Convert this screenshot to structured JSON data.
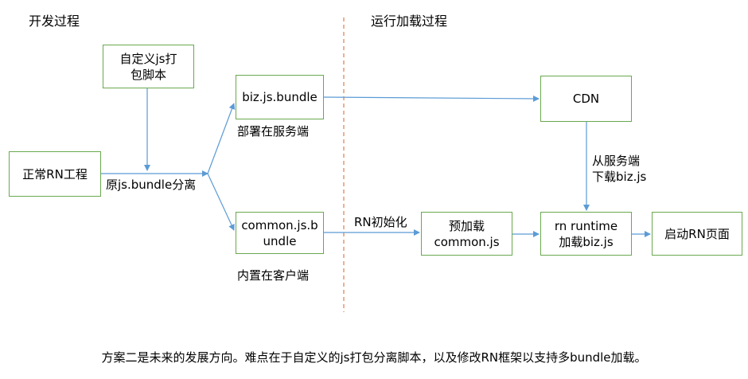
{
  "sections": {
    "left": "开发过程",
    "right": "运行加载过程"
  },
  "nodes": {
    "normal_rn": "正常RN工程",
    "custom_script": [
      "自定义js打",
      "包脚本"
    ],
    "biz_bundle": "biz.js.bundle",
    "common_bundle": [
      "common.js.b",
      "undle"
    ],
    "cdn": "CDN",
    "preload": [
      "预加载",
      "common.js"
    ],
    "rn_runtime": [
      "rn runtime",
      "加载biz.js"
    ],
    "launch_page": "启动RN页面"
  },
  "labels": {
    "split": "原js.bundle分离",
    "deploy_server": "部署在服务端",
    "builtin_client": "内置在客户端",
    "rn_init": "RN初始化",
    "download": [
      "从服务端",
      "下载biz.js"
    ]
  },
  "caption": "方案二是未来的发展方向。难点在于自定义的js打包分离脚本，以及修改RN框架以支持多bundle加载。",
  "colors": {
    "box_border": "#6aa84f",
    "arrow": "#5b9bd5",
    "divider": "#e07b4f"
  }
}
